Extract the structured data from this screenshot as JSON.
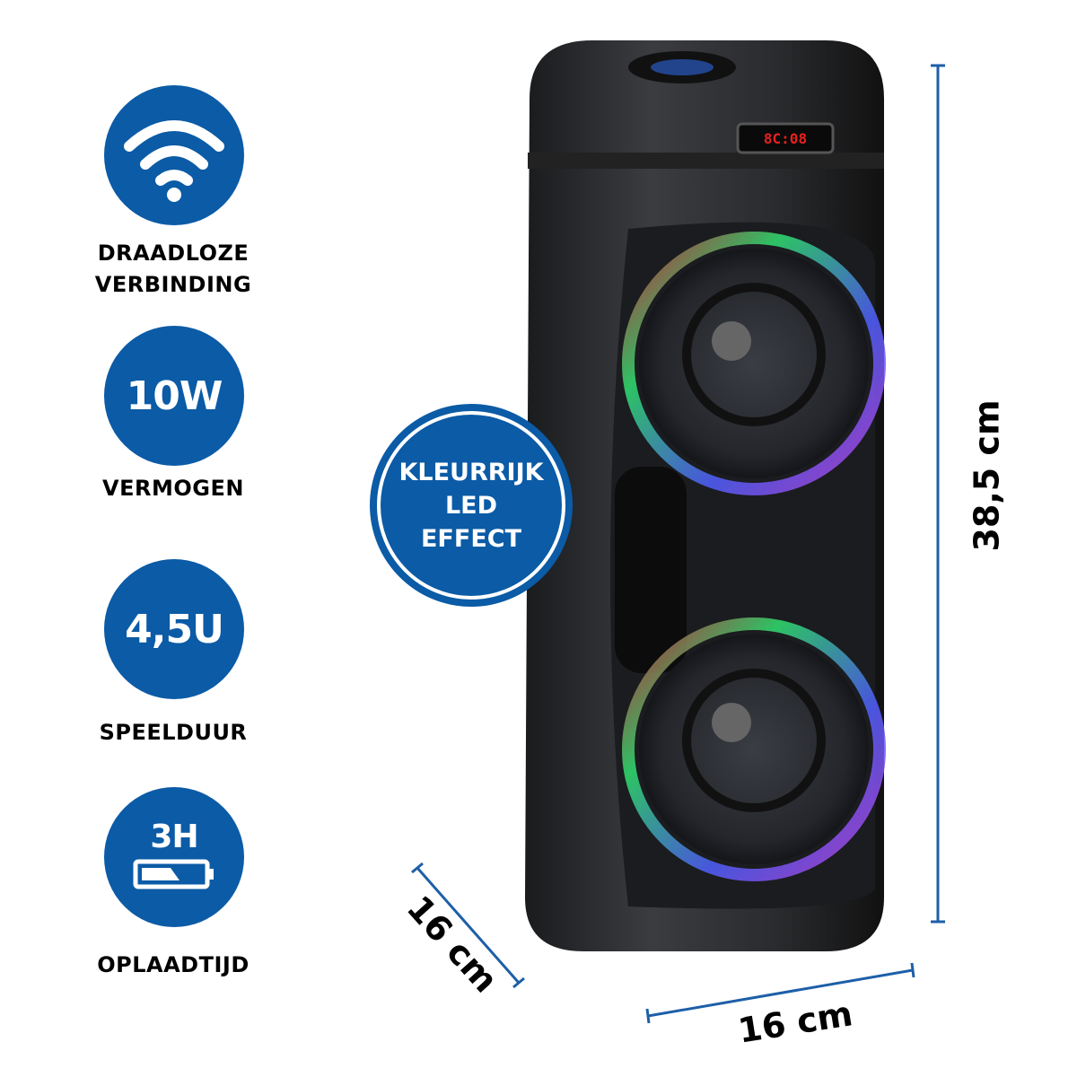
{
  "features": [
    {
      "icon": "wifi-icon",
      "label_lines": [
        "DRAADLOZE",
        "VERBINDING"
      ]
    },
    {
      "value": "10W",
      "label_lines": [
        "VERMOGEN"
      ]
    },
    {
      "value": "4,5U",
      "label_lines": [
        "SPEELDUUR"
      ]
    },
    {
      "value": "3H",
      "icon": "battery-icon",
      "label_lines": [
        "OPLAADTIJD"
      ]
    }
  ],
  "badge": {
    "lines": [
      "KLEURRIJK",
      "LED",
      "EFFECT"
    ]
  },
  "dimensions": {
    "height": "38,5 cm",
    "width": "16 cm",
    "depth": "16 cm"
  },
  "speaker_display": "8C:08",
  "colors": {
    "brand_blue": "#0b5ba6",
    "dimension_line": "#1d5fa8"
  }
}
